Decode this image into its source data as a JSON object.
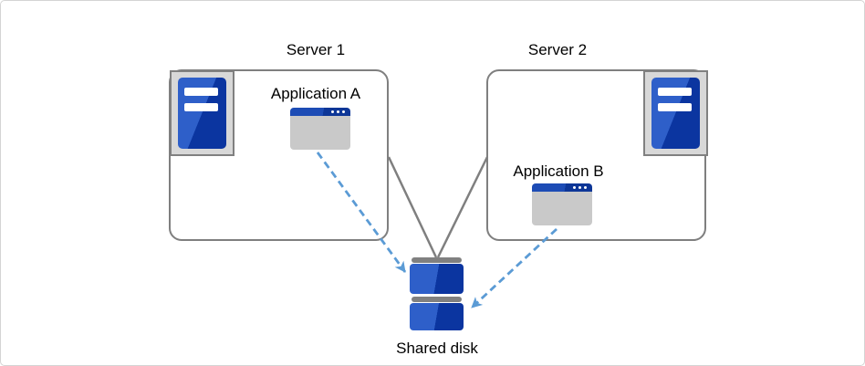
{
  "diagram": {
    "server1": {
      "label": "Server 1"
    },
    "server2": {
      "label": "Server 2"
    },
    "app_a": {
      "label": "Application A"
    },
    "app_b": {
      "label": "Application B"
    },
    "shared_disk": {
      "label": "Shared disk"
    }
  },
  "icons": {
    "server1": "server-tower-icon",
    "server2": "server-tower-icon",
    "app_a": "application-window-icon",
    "app_b": "application-window-icon",
    "shared_disk": "disk-stack-icon"
  },
  "connections": [
    {
      "from": "server1-box",
      "to": "shared-disk",
      "style": "solid-gray"
    },
    {
      "from": "server2-box",
      "to": "shared-disk",
      "style": "solid-gray"
    },
    {
      "from": "application-a",
      "to": "shared-disk",
      "style": "dashed-blue-arrow"
    },
    {
      "from": "application-b",
      "to": "shared-disk",
      "style": "dashed-blue-arrow"
    }
  ],
  "colors": {
    "box_border": "#7f7f7f",
    "connector": "#7f7f7f",
    "arrow_blue": "#5b9bd5",
    "frame_fill": "#d8d8d8",
    "frame_border": "#808080",
    "blue_light": "#2e5fc9",
    "blue_dark": "#0b35a0",
    "titlebar_dark": "#0d3697",
    "window_body": "#c9c9c9",
    "disk_cap": "#808080",
    "text_color": "#000000"
  }
}
